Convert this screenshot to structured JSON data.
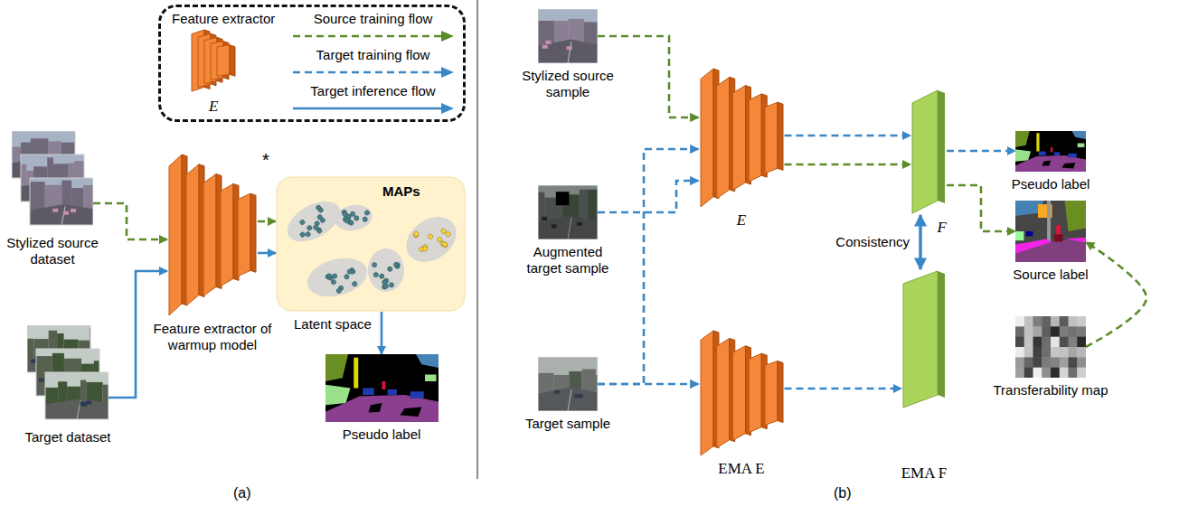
{
  "diagram": {
    "nodes": [
      {
        "text": [
          "Stylized source dataset"
        ]
      },
      {
        "text": [
          "Target dataset"
        ]
      },
      {
        "text": [
          "Feature extractor of warmup model"
        ]
      },
      {
        "text": [
          "MAPs",
          "Latent space"
        ]
      },
      {
        "text": [
          "Pseudo label"
        ]
      },
      {
        "text": [
          "Stylized source sample"
        ]
      },
      {
        "text": [
          "Augmented target sample"
        ]
      },
      {
        "text": [
          "Target sample"
        ]
      },
      {
        "text": [
          "E"
        ]
      },
      {
        "text": [
          "EMA E"
        ]
      },
      {
        "text": [
          "F"
        ]
      },
      {
        "text": [
          "EMA F"
        ]
      },
      {
        "text": [
          "Pseudo label"
        ]
      },
      {
        "text": [
          "Source label"
        ]
      },
      {
        "text": [
          "Transferability map"
        ]
      }
    ],
    "edges": [
      {
        "from": 0,
        "to": 2,
        "arrow": "to"
      },
      {
        "from": 1,
        "to": 2,
        "arrow": "to"
      },
      {
        "from": 2,
        "to": 3,
        "arrow": "to"
      },
      {
        "from": 2,
        "to": 3,
        "arrow": "to"
      },
      {
        "from": 3,
        "to": 4,
        "arrow": "to"
      },
      {
        "from": 5,
        "to": 8,
        "arrow": "to"
      },
      {
        "from": 6,
        "to": 8,
        "arrow": "to"
      },
      {
        "from": 7,
        "to": 8,
        "arrow": "to"
      },
      {
        "from": 7,
        "to": 9,
        "arrow": "to"
      },
      {
        "from": 8,
        "to": 10,
        "arrow": "to"
      },
      {
        "from": 8,
        "to": 10,
        "arrow": "to"
      },
      {
        "from": 10,
        "to": 12,
        "arrow": "to"
      },
      {
        "from": 10,
        "to": 13,
        "arrow": "to"
      },
      {
        "from": 14,
        "to": 13,
        "arrow": "to"
      },
      {
        "from": 10,
        "to": 11,
        "label": "Consistency",
        "arrow": "both"
      },
      {
        "from": 9,
        "to": 11,
        "arrow": "to"
      }
    ],
    "labels": [
      "E",
      "*",
      "(a)",
      "(b)"
    ],
    "legend": [
      {
        "text": "Feature extractor"
      },
      {
        "text": "Source training flow"
      },
      {
        "text": "Target training flow"
      },
      {
        "text": "Target inference flow"
      }
    ]
  }
}
